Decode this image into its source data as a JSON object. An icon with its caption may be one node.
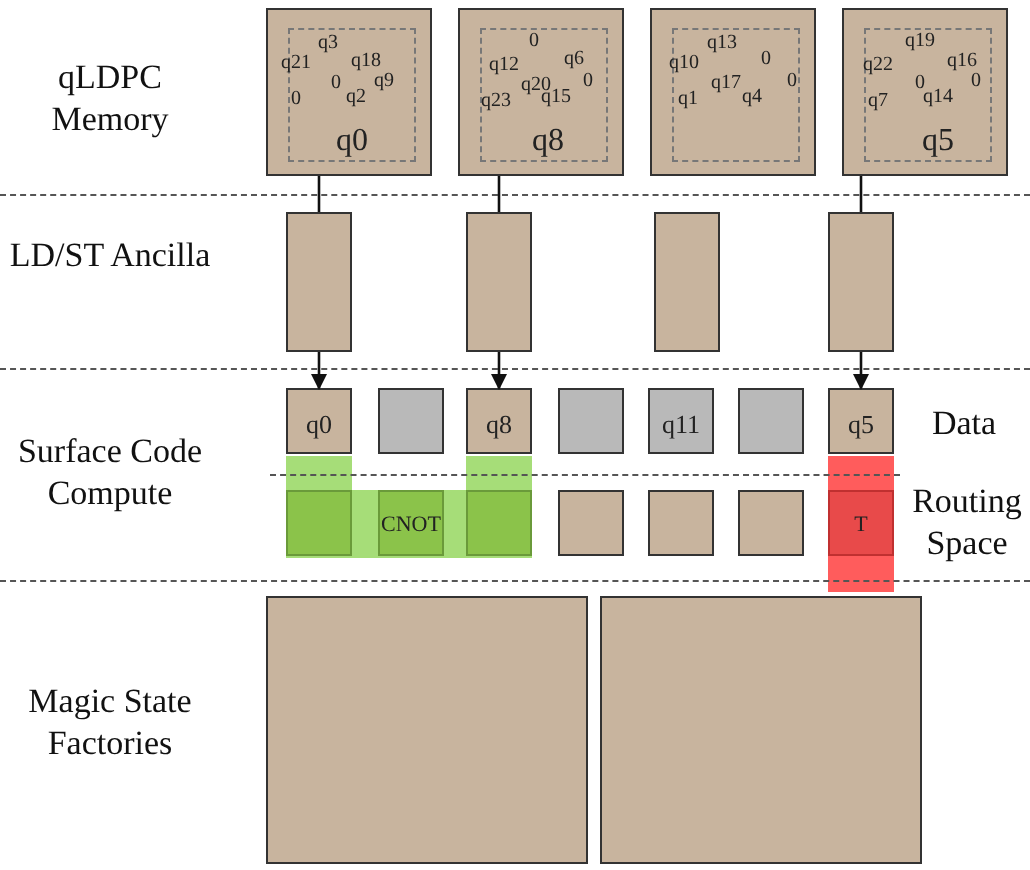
{
  "diagram": {
    "nodes": [
      {
        "text": [
          "q3",
          "q21",
          "q18",
          "0",
          "q9",
          "0",
          "q2",
          "q0"
        ]
      },
      {
        "text": [
          "0",
          "q12",
          "q6",
          "q20",
          "0",
          "q23",
          "q15",
          "q8"
        ]
      },
      {
        "text": [
          "q13",
          "q10",
          "0",
          "q17",
          "0",
          "q1",
          "q4"
        ]
      },
      {
        "text": [
          "q19",
          "q22",
          "q16",
          "0",
          "0",
          "q7",
          "q14",
          "q5"
        ]
      },
      {
        "text": [],
        "shape": "box"
      },
      {
        "text": [],
        "shape": "box"
      },
      {
        "text": [],
        "shape": "box"
      },
      {
        "text": [],
        "shape": "box"
      },
      {
        "text": [
          "q0"
        ]
      },
      {
        "text": [],
        "shape": "box"
      },
      {
        "text": [
          "q8"
        ]
      },
      {
        "text": [],
        "shape": "box"
      },
      {
        "text": [
          "q11"
        ]
      },
      {
        "text": [],
        "shape": "box"
      },
      {
        "text": [
          "q5"
        ]
      },
      {
        "text": [],
        "shape": "box"
      },
      {
        "text": [],
        "shape": "box"
      },
      {
        "text": [],
        "shape": "box",
        "in": 15
      },
      {
        "text": [
          "CNOT"
        ],
        "in": 15
      },
      {
        "text": [],
        "shape": "box",
        "in": 15
      },
      {
        "text": [],
        "shape": "box"
      },
      {
        "text": [],
        "shape": "box"
      },
      {
        "text": [],
        "shape": "box"
      },
      {
        "text": [
          "T"
        ],
        "in": 16
      },
      {
        "text": [],
        "shape": "box"
      },
      {
        "text": [],
        "shape": "box"
      }
    ],
    "edges": [
      {
        "from": 0,
        "to": 4,
        "arrow": "none"
      },
      {
        "from": 4,
        "to": 8,
        "arrow": "to"
      },
      {
        "from": 1,
        "to": 5,
        "arrow": "none"
      },
      {
        "from": 5,
        "to": 10,
        "arrow": "to"
      },
      {
        "from": 3,
        "to": 7,
        "arrow": "none"
      },
      {
        "from": 7,
        "to": 14,
        "arrow": "to"
      }
    ],
    "labels": [
      "qLDPC Memory",
      "LD/ST Ancilla",
      "Data",
      "Surface Code Compute",
      "Routing Space",
      "Magic State Factories"
    ]
  }
}
